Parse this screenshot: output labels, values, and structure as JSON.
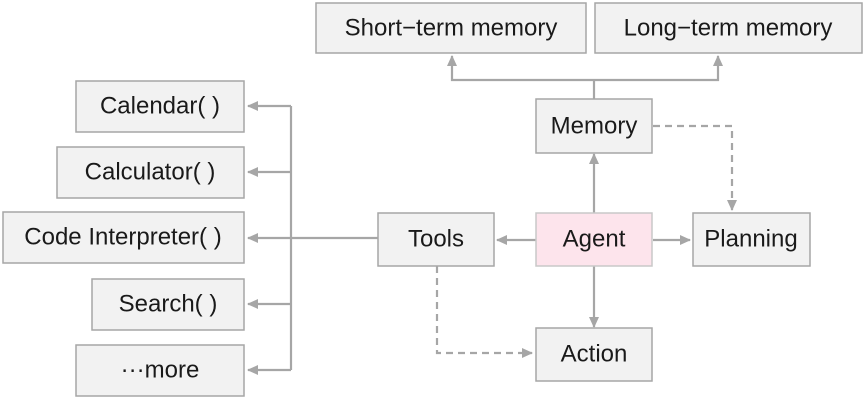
{
  "nodes": {
    "short_term_memory": "Short−term memory",
    "long_term_memory": "Long−term memory",
    "memory": "Memory",
    "calendar": "Calendar( )",
    "calculator": "Calculator( )",
    "code_interpreter": "Code Interpreter( )",
    "search": "Search( )",
    "more": "···more",
    "tools": "Tools",
    "agent": "Agent",
    "planning": "Planning",
    "action": "Action"
  },
  "colors": {
    "box_fill": "#f2f2f2",
    "box_border": "#a6a6a6",
    "agent_fill": "#fde4ec",
    "connector": "#a6a6a6",
    "text": "#1a1a1a"
  }
}
